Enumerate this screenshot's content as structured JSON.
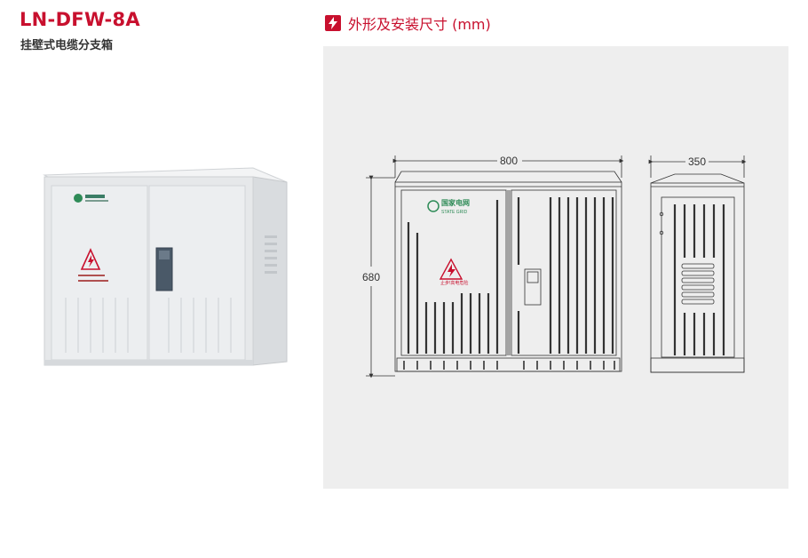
{
  "product": {
    "model": "LN-DFW-8A",
    "name": "挂壁式电缆分支箱"
  },
  "section": {
    "icon": "lightning-icon",
    "title": "外形及安装尺寸 (mm)"
  },
  "dimensions": {
    "width": "800",
    "height": "680",
    "depth": "350"
  },
  "labels": {
    "brand_cn": "国家电网",
    "brand_en": "STATE GRID",
    "warning_text": "止步!高电危险"
  },
  "colors": {
    "accent": "#c8102e",
    "panel_bg": "#eeeeee",
    "cabinet": "#e4e6e7",
    "logo_green": "#2e8b57",
    "latch": "#4a5968"
  }
}
